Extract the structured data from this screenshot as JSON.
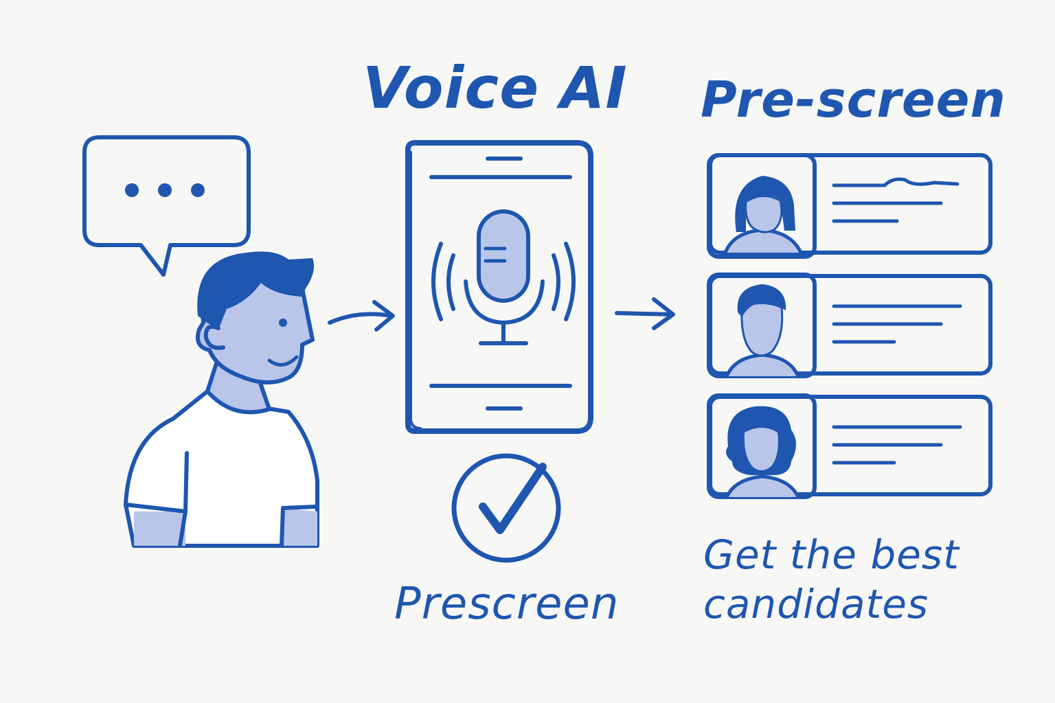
{
  "title": "Voice AI",
  "steps": [
    {
      "heading": "Voice AI",
      "caption": "Prescreen"
    },
    {
      "heading": "Pre-screen",
      "caption": "Get the best candidates"
    }
  ],
  "candidates_shown": 3,
  "icons": [
    "speech-bubble-icon",
    "person-icon",
    "arrow-icon",
    "phone-icon",
    "microphone-icon",
    "checkmark-icon",
    "candidate-card-icon"
  ],
  "colors": {
    "ink": "#1e56b0",
    "fill": "#b9c6ea",
    "background": "#f7f7f5"
  }
}
